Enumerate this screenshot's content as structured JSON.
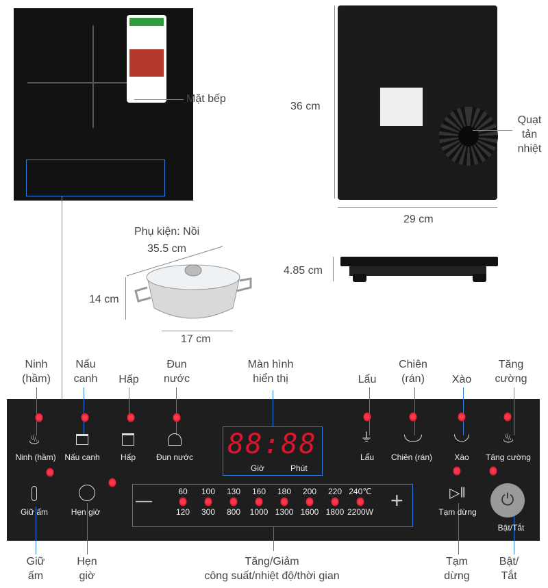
{
  "labels": {
    "cooktop_surface": "Mặt bếp",
    "cooling_fan": "Quạt\ntản\nnhiệt",
    "height_dim": "36 cm",
    "width_dim": "29 cm",
    "thickness_dim": "4.85 cm",
    "accessory": "Phụ kiện: Nồi",
    "pot_diameter": "35.5 cm",
    "pot_height": "14 cm",
    "pot_base": "17 cm"
  },
  "callouts_top": [
    {
      "text": "Ninh\n(hầm)"
    },
    {
      "text": "Nấu\ncanh"
    },
    {
      "text": "Hấp"
    },
    {
      "text": "Đun\nnước"
    },
    {
      "text": "Màn hình\nhiển thị"
    },
    {
      "text": "Lẩu"
    },
    {
      "text": "Chiên\n(rán)"
    },
    {
      "text": "Xào"
    },
    {
      "text": "Tăng\ncường"
    }
  ],
  "callouts_bottom": [
    {
      "text": "Giữ\nấm"
    },
    {
      "text": "Hẹn\ngiờ"
    },
    {
      "text": "Tăng/Giảm\ncông suất/nhiệt độ/thời gian"
    },
    {
      "text": "Tạm\ndừng"
    },
    {
      "text": "Bật/\nTắt"
    }
  ],
  "panel": {
    "modes_left": [
      {
        "label": "Ninh (hầm)",
        "icon": "flame-icon"
      },
      {
        "label": "Nấu canh",
        "icon": "soup-pot-icon"
      },
      {
        "label": "Hấp",
        "icon": "steamer-icon"
      },
      {
        "label": "Đun nước",
        "icon": "kettle-icon"
      }
    ],
    "modes_right": [
      {
        "label": "Lẩu",
        "icon": "hotpot-icon"
      },
      {
        "label": "Chiên (rán)",
        "icon": "frying-pan-icon"
      },
      {
        "label": "Xào",
        "icon": "wok-icon"
      },
      {
        "label": "Tăng cường",
        "icon": "boost-flame-icon"
      }
    ],
    "display": {
      "digits": "88:88",
      "hour_label": "Giờ",
      "minute_label": "Phút"
    },
    "keep_warm": "Giữ ấm",
    "timer": "Hẹn giờ",
    "minus": "—",
    "plus": "+",
    "temps": [
      "60",
      "100",
      "130",
      "160",
      "180",
      "200",
      "220",
      "240℃"
    ],
    "powers": [
      "120",
      "300",
      "800",
      "1000",
      "1300",
      "1600",
      "1800",
      "2200W"
    ],
    "pause": "Tạm dừng",
    "power": "Bật/Tắt"
  }
}
